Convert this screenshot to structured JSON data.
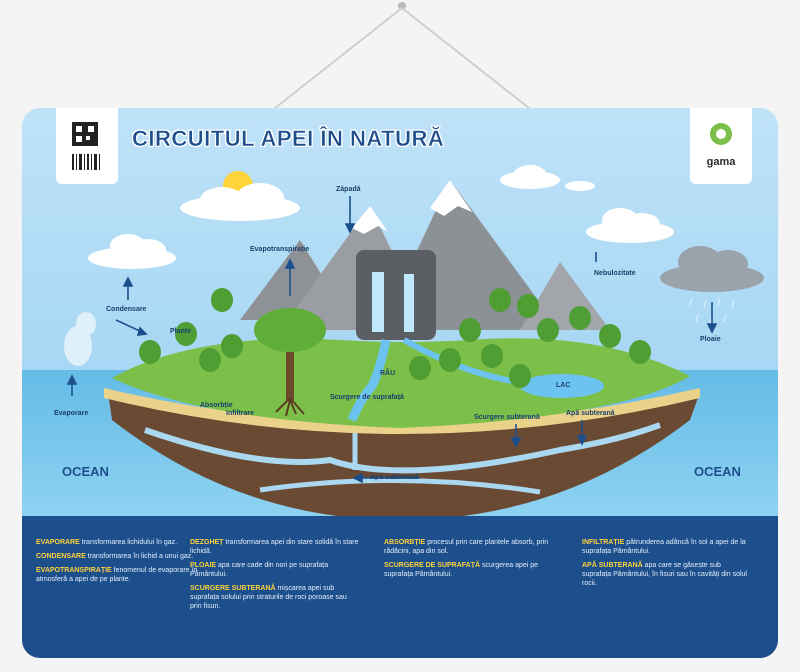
{
  "title": "CIRCUITUL APEI ÎN NATURĂ",
  "brand": "gama",
  "labels": {
    "precipitation": "Zăpadă",
    "evapotranspiration": "Evapotranspirație",
    "condensation": "Condensare",
    "clouds": "Nebulozitate",
    "rain": "Ploaie",
    "evaporation": "Evaporare",
    "river": "RÂU",
    "lake": "LAC",
    "plants": "Plante",
    "absorption": "Absorbție",
    "infiltration": "Infiltrare",
    "surface_runoff": "Scurgere de suprafață",
    "groundwater_runoff": "Scurgere subterană",
    "groundwater": "Apă subterană",
    "ocean_left": "OCEAN",
    "ocean_right": "OCEAN"
  },
  "definitions": [
    [
      {
        "term": "EVAPORARE",
        "text": "transformarea lichidului în gaz."
      },
      {
        "term": "CONDENSARE",
        "text": "transformarea în lichid a unui gaz."
      },
      {
        "term": "EVAPOTRANSPIRAȚIE",
        "text": "fenomenul de evaporare în atmosferă a apei de pe plante."
      }
    ],
    [
      {
        "term": "DEZGHEȚ",
        "text": "transformarea apei din stare solidă în stare lichidă."
      },
      {
        "term": "PLOAIE",
        "text": "apa care cade din nori pe suprafața Pământului."
      },
      {
        "term": "SCURGERE SUBTERANĂ",
        "text": "mișcarea apei sub suprafața solului prin straturile de roci poroase sau prin fisuri."
      }
    ],
    [
      {
        "term": "ABSORBȚIE",
        "text": "procesul prin care plantele absorb, prin rădăcini, apa din sol."
      },
      {
        "term": "SCURGERE DE SUPRAFAȚĂ",
        "text": "scurgerea apei pe suprafața Pământului."
      }
    ],
    [
      {
        "term": "INFILTRAȚIE",
        "text": "pătrunderea adâncă în sol a apei de la suprafața Pământului."
      },
      {
        "term": "APĂ SUBTERANĂ",
        "text": "apa care se găsește sub suprafața Pământului, în fisuri sau în cavități din solul rocii."
      }
    ]
  ],
  "colors": {
    "sky": "#9fd0f2",
    "ocean": "#6ec2ea",
    "panel": "#1d4f8c",
    "grass": "#7cc04a",
    "soil": "#6b4a33",
    "term": "#ffd23a"
  }
}
